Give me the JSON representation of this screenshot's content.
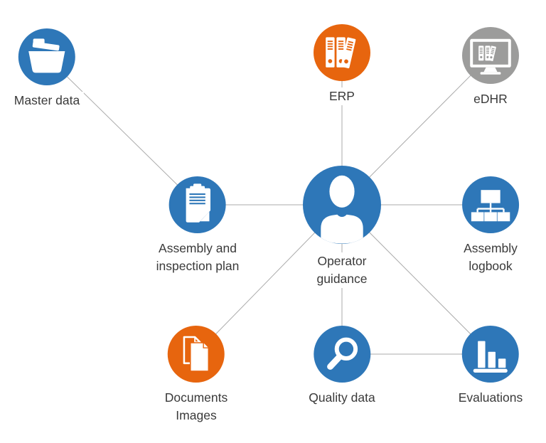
{
  "diagram": {
    "title": "Operator guidance system diagram",
    "colors": {
      "blue": "#2e77b8",
      "orange": "#e7650e",
      "gray": "#9c9c9b",
      "connector": "#ababab",
      "text": "#3a3a3a",
      "background": "#ffffff"
    },
    "hub_id": "operator-guidance",
    "nodes": [
      {
        "id": "master-data",
        "label": "Master data",
        "icon": "folder-icon",
        "color_key": "blue"
      },
      {
        "id": "erp",
        "label": "ERP",
        "icon": "binders-icon",
        "color_key": "orange"
      },
      {
        "id": "edhr",
        "label": "eDHR",
        "icon": "computer-monitor-icon",
        "color_key": "gray"
      },
      {
        "id": "assembly-inspection-plan",
        "label": "Assembly and\ninspection plan",
        "icon": "clipboard-icon",
        "color_key": "blue"
      },
      {
        "id": "operator-guidance",
        "label": "Operator\nguidance",
        "icon": "person-icon",
        "color_key": "blue"
      },
      {
        "id": "assembly-logbook",
        "label": "Assembly\nlogbook",
        "icon": "org-chart-icon",
        "color_key": "blue"
      },
      {
        "id": "documents-images",
        "label": "Documents\nImages",
        "icon": "documents-icon",
        "color_key": "orange"
      },
      {
        "id": "quality-data",
        "label": "Quality data",
        "icon": "magnifier-icon",
        "color_key": "blue"
      },
      {
        "id": "evaluations",
        "label": "Evaluations",
        "icon": "bar-chart-icon",
        "color_key": "blue"
      }
    ],
    "connections": [
      [
        "master-data",
        "assembly-inspection-plan"
      ],
      [
        "assembly-inspection-plan",
        "operator-guidance"
      ],
      [
        "erp",
        "operator-guidance"
      ],
      [
        "edhr",
        "operator-guidance"
      ],
      [
        "operator-guidance",
        "assembly-logbook"
      ],
      [
        "operator-guidance",
        "documents-images"
      ],
      [
        "operator-guidance",
        "quality-data"
      ],
      [
        "operator-guidance",
        "evaluations"
      ],
      [
        "quality-data",
        "evaluations"
      ]
    ]
  }
}
